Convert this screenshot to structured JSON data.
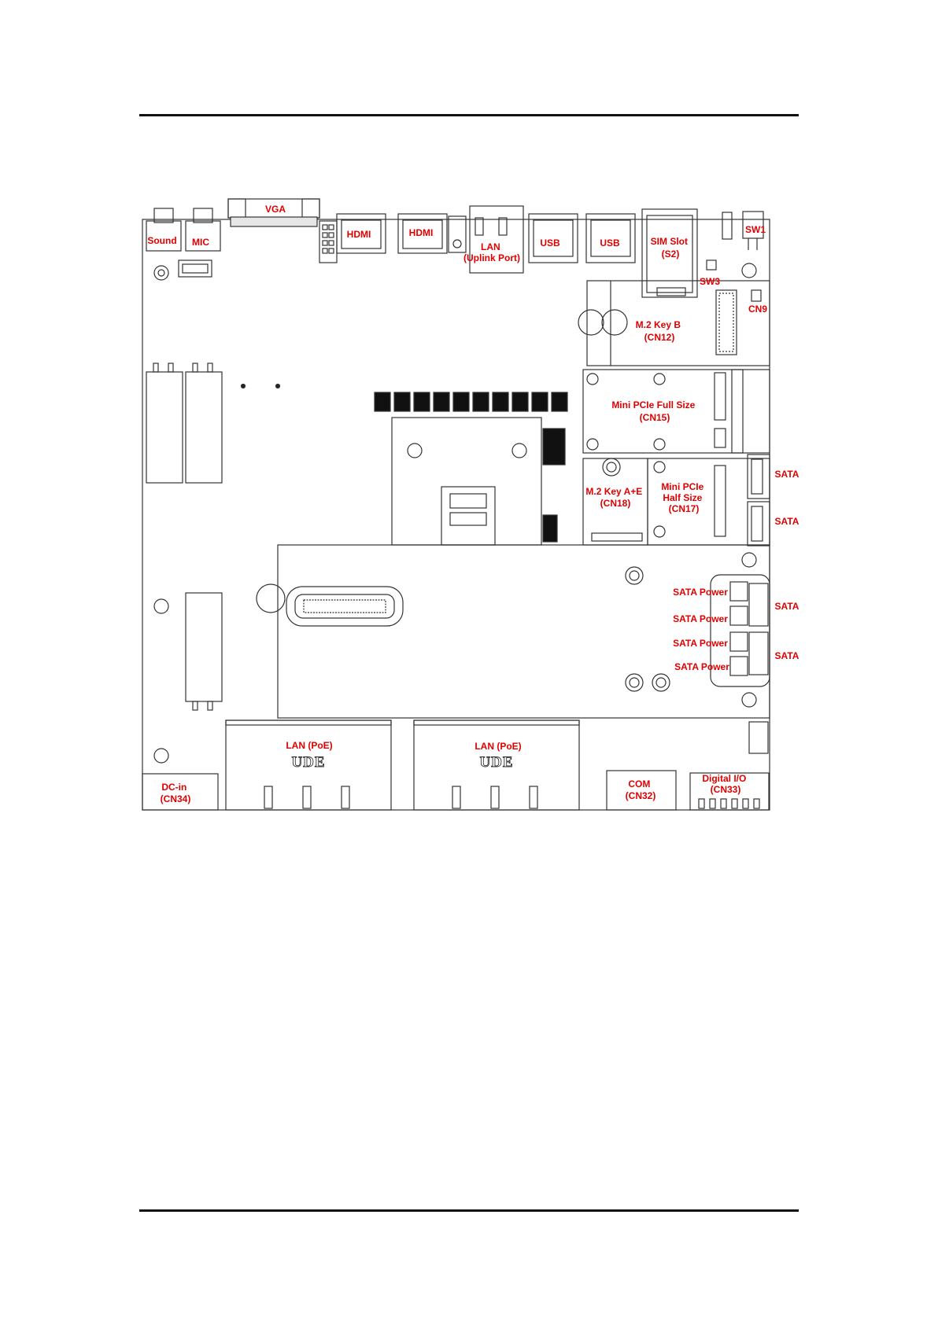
{
  "labels": {
    "vga": "VGA",
    "sound": "Sound",
    "mic": "MIC",
    "hdmi1": "HDMI",
    "hdmi2": "HDMI",
    "lan_uplink": [
      "LAN",
      "(Uplink Port)"
    ],
    "usb1": "USB",
    "usb2": "USB",
    "sim": [
      "SIM Slot",
      "(S2)"
    ],
    "sw1": "SW1",
    "sw3": "SW3",
    "cn9": "CN9",
    "m2_key_b": [
      "M.2 Key B",
      "(CN12)"
    ],
    "mini_pcie_full": [
      "Mini PCIe Full Size",
      "(CN15)"
    ],
    "m2_key_ae": [
      "M.2 Key A+E",
      "(CN18)"
    ],
    "mini_pcie_half": [
      "Mini PCIe",
      "Half Size",
      "(CN17)"
    ],
    "sata_1": "SATA",
    "sata_2": "SATA",
    "sata_3": "SATA",
    "sata_4": "SATA",
    "sata_power_1": "SATA Power",
    "sata_power_2": "SATA Power",
    "sata_power_3": "SATA Power",
    "sata_power_4": "SATA Power",
    "lan_poe_1": "LAN (PoE)",
    "lan_poe_2": "LAN (PoE)",
    "dc_in": [
      "DC-in",
      "(CN34)"
    ],
    "com": [
      "COM",
      "(CN32)"
    ],
    "digital_io": [
      "Digital I/O",
      "(CN33)"
    ]
  },
  "logo_text": "UDE",
  "colors": {
    "label": "#e00000",
    "line": "#333333",
    "rule": "#111111"
  }
}
